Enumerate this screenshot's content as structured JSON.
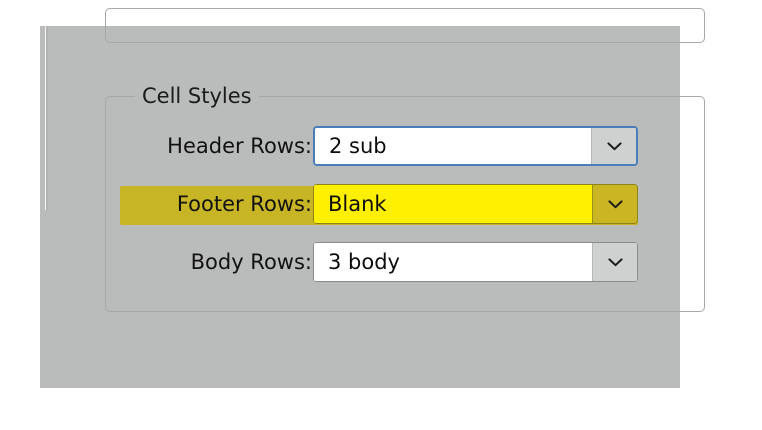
{
  "panel": {
    "background_color": "#babbbb"
  },
  "group": {
    "legend": "Cell Styles"
  },
  "rows": [
    {
      "label": "Header Rows:",
      "value": "2 sub",
      "state": "focused",
      "arrow_icon": "chevron-down-icon",
      "name": "header-rows"
    },
    {
      "label": "Footer Rows:",
      "value": "Blank",
      "state": "highlighted",
      "arrow_icon": "chevron-down-icon",
      "name": "footer-rows"
    },
    {
      "label": "Body Rows:",
      "value": "3 body",
      "state": "normal",
      "arrow_icon": "chevron-down-icon",
      "name": "body-rows"
    }
  ],
  "colors": {
    "highlight_yellow": "#ffef00",
    "highlight_band": "#c8b525",
    "focus_blue": "#4a7ebb",
    "panel_gray": "#babbbb",
    "text": "#121212"
  }
}
